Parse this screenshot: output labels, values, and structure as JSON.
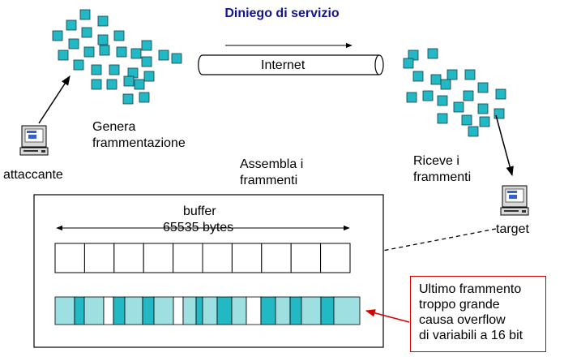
{
  "title": "Diniego di servizio",
  "labels": {
    "internet": "Internet",
    "genera": "Genera\nframmentazione",
    "attaccante": "attaccante",
    "assembla": "Assembla i\nframmenti",
    "riceve": "Riceve i\nframmenti",
    "target": "target",
    "buffer": "buffer",
    "buffer_size": "65535 bytes"
  },
  "callout": "Ultimo frammento\ntroppo grande\ncausa overflow\ndi variabili a 16 bit",
  "colors": {
    "fragment": "#22b8c4",
    "fragment_light": "#9ee0e2",
    "title": "#14148c",
    "callout_border": "#d40000"
  }
}
